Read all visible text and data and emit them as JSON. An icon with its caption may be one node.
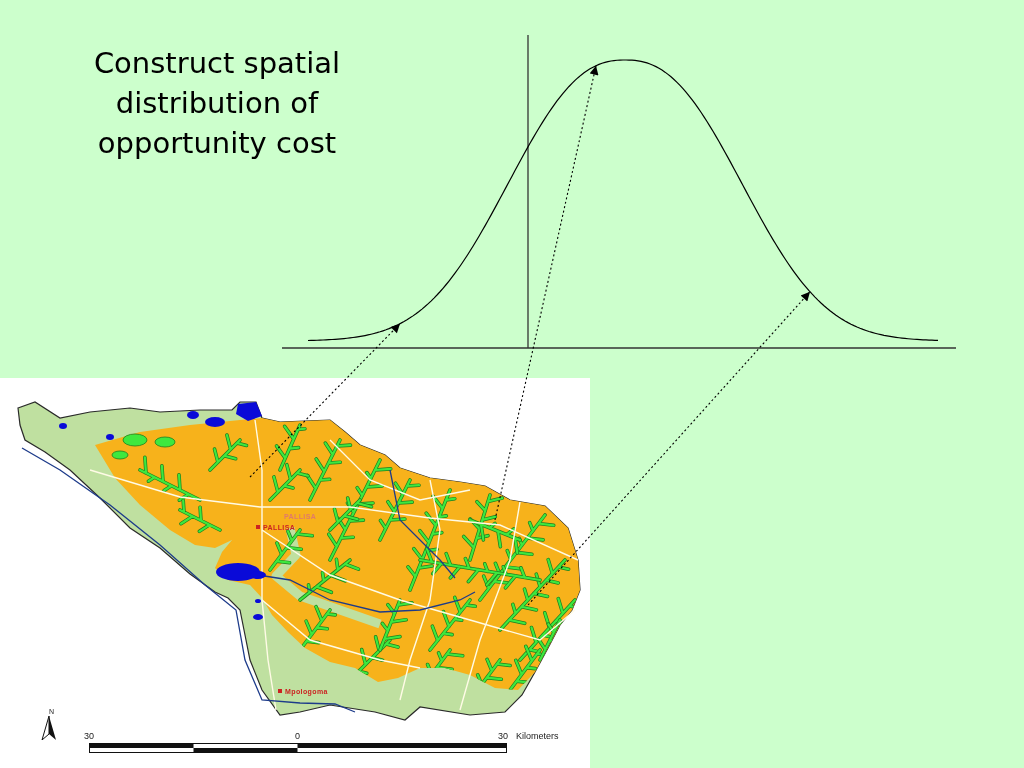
{
  "diagram": {
    "title": "Construct spatial distribution of opportunity cost",
    "nodes": [
      {
        "text": [],
        "shape": "map"
      },
      {
        "text": [],
        "shape": "curve"
      }
    ],
    "edges": [
      {
        "from": 0,
        "to": 1,
        "arrow": "to",
        "style": "dashed"
      },
      {
        "from": 0,
        "to": 1,
        "arrow": "to",
        "style": "dashed"
      },
      {
        "from": 0,
        "to": 1,
        "arrow": "to",
        "style": "dashed"
      }
    ],
    "labels": [
      "PALLISA",
      "PALLISA",
      "Mpologoma",
      "N",
      "30",
      "0",
      "30",
      "Kilometers"
    ]
  }
}
